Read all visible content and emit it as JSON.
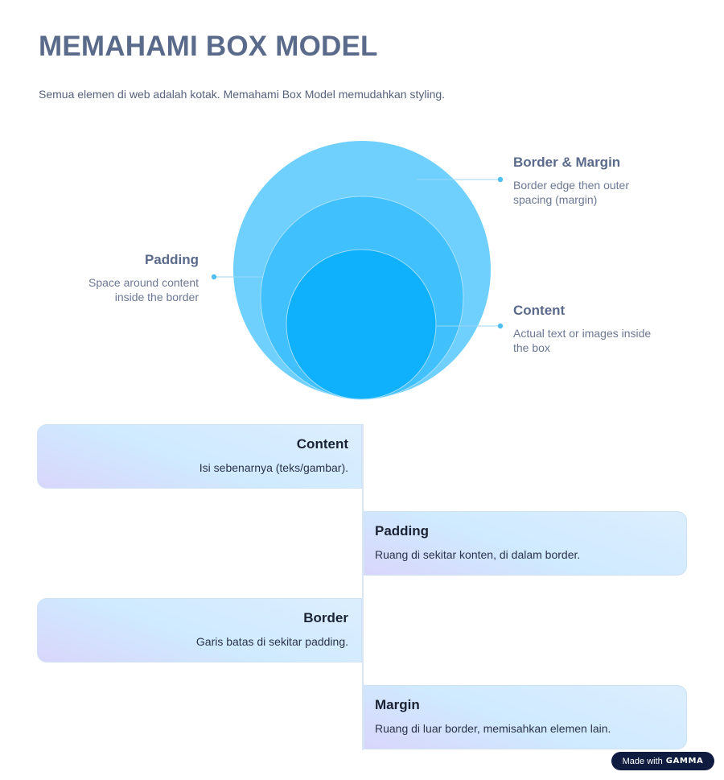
{
  "header": {
    "title": "MEMAHAMI BOX MODEL",
    "subtitle": "Semua elemen di web adalah kotak. Memahami Box Model memudahkan styling."
  },
  "diagram": {
    "labels": {
      "border_margin": {
        "title": "Border & Margin",
        "desc": "Border edge then outer spacing (margin)"
      },
      "padding": {
        "title": "Padding",
        "desc": "Space around content inside the border"
      },
      "content": {
        "title": "Content",
        "desc": "Actual text or images inside the box"
      }
    },
    "colors": {
      "outer": "#6fcffd",
      "middle": "#40c0fd",
      "inner": "#0fb1fc",
      "connector": "#4fbef0"
    }
  },
  "timeline": {
    "items": [
      {
        "title": "Content",
        "desc": "Isi sebenarnya (teks/gambar)."
      },
      {
        "title": "Padding",
        "desc": "Ruang di sekitar konten, di dalam border."
      },
      {
        "title": "Border",
        "desc": "Garis batas di sekitar padding."
      },
      {
        "title": "Margin",
        "desc": "Ruang di luar border, memisahkan elemen lain."
      }
    ]
  },
  "badge": {
    "prefix": "Made with",
    "brand": "GAMMA"
  }
}
